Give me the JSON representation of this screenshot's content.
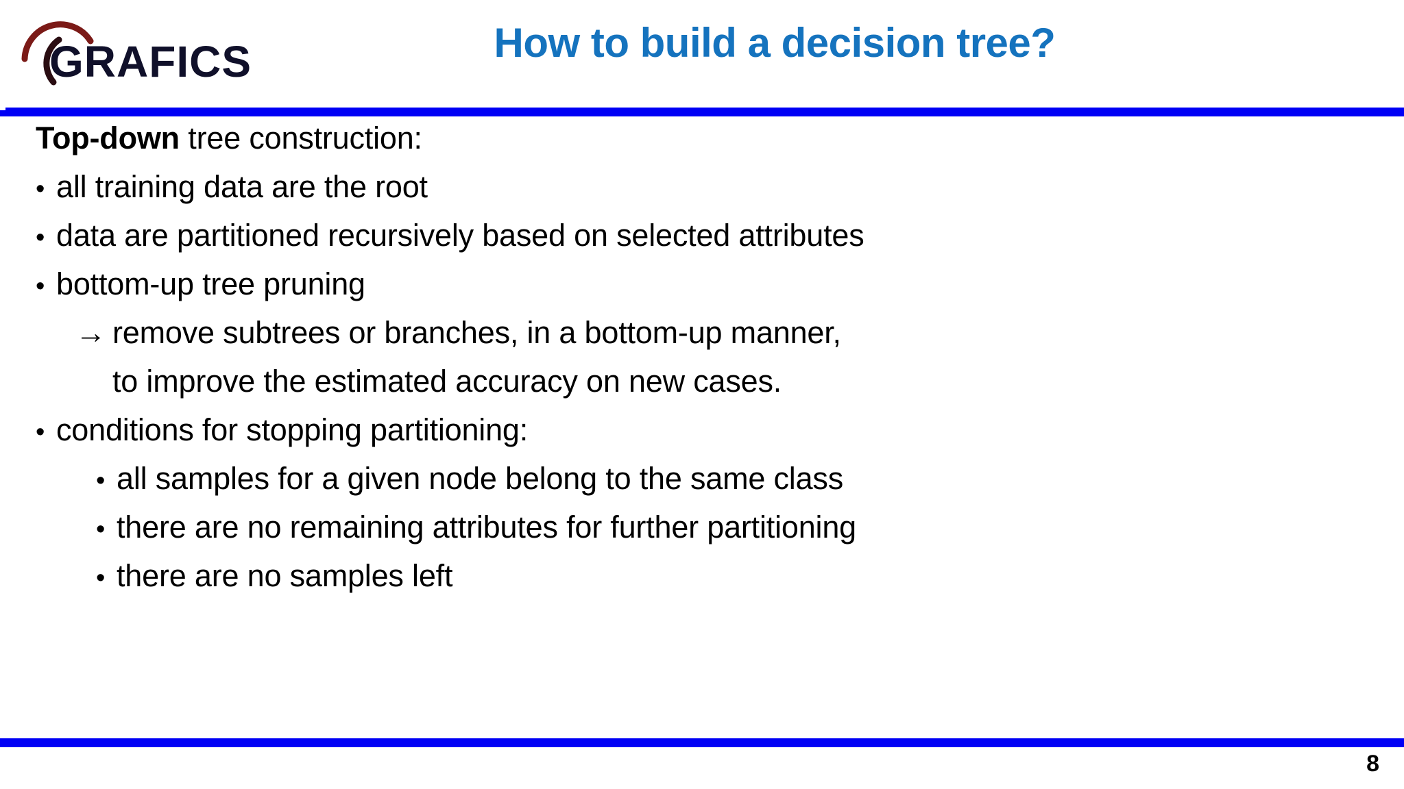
{
  "slide": {
    "title": "How to build a decision tree?",
    "title_color": "#1573be",
    "rule_color": "#0000f5",
    "page_number": "8"
  },
  "logo": {
    "wordmark": "GRAFICS",
    "arc_color": "#7b1a17",
    "text_color": "#10102a",
    "alt": "GRAFICS logo"
  },
  "content": {
    "intro": {
      "lead": "Top-down",
      "rest": " tree construction:"
    },
    "bullets": [
      {
        "marker": "•",
        "text": "all training data are the root",
        "level": 1
      },
      {
        "marker": "•",
        "text": "data are partitioned recursively based on selected attributes",
        "level": 1
      },
      {
        "marker": "•",
        "text": "bottom-up tree pruning",
        "level": 1
      },
      {
        "marker": "→",
        "text": "remove subtrees or branches, in a bottom-up manner,",
        "level": 2
      },
      {
        "marker": "",
        "text": "to improve the estimated accuracy on new cases.",
        "level": 2
      },
      {
        "marker": "•",
        "text": "conditions for stopping partitioning:",
        "level": 1
      },
      {
        "marker": "•",
        "text": "all samples for a given node belong to the same class",
        "level": 3
      },
      {
        "marker": "•",
        "text": "there are no remaining attributes for further partitioning",
        "level": 3
      },
      {
        "marker": "•",
        "text": "there are no samples left",
        "level": 3
      }
    ]
  }
}
